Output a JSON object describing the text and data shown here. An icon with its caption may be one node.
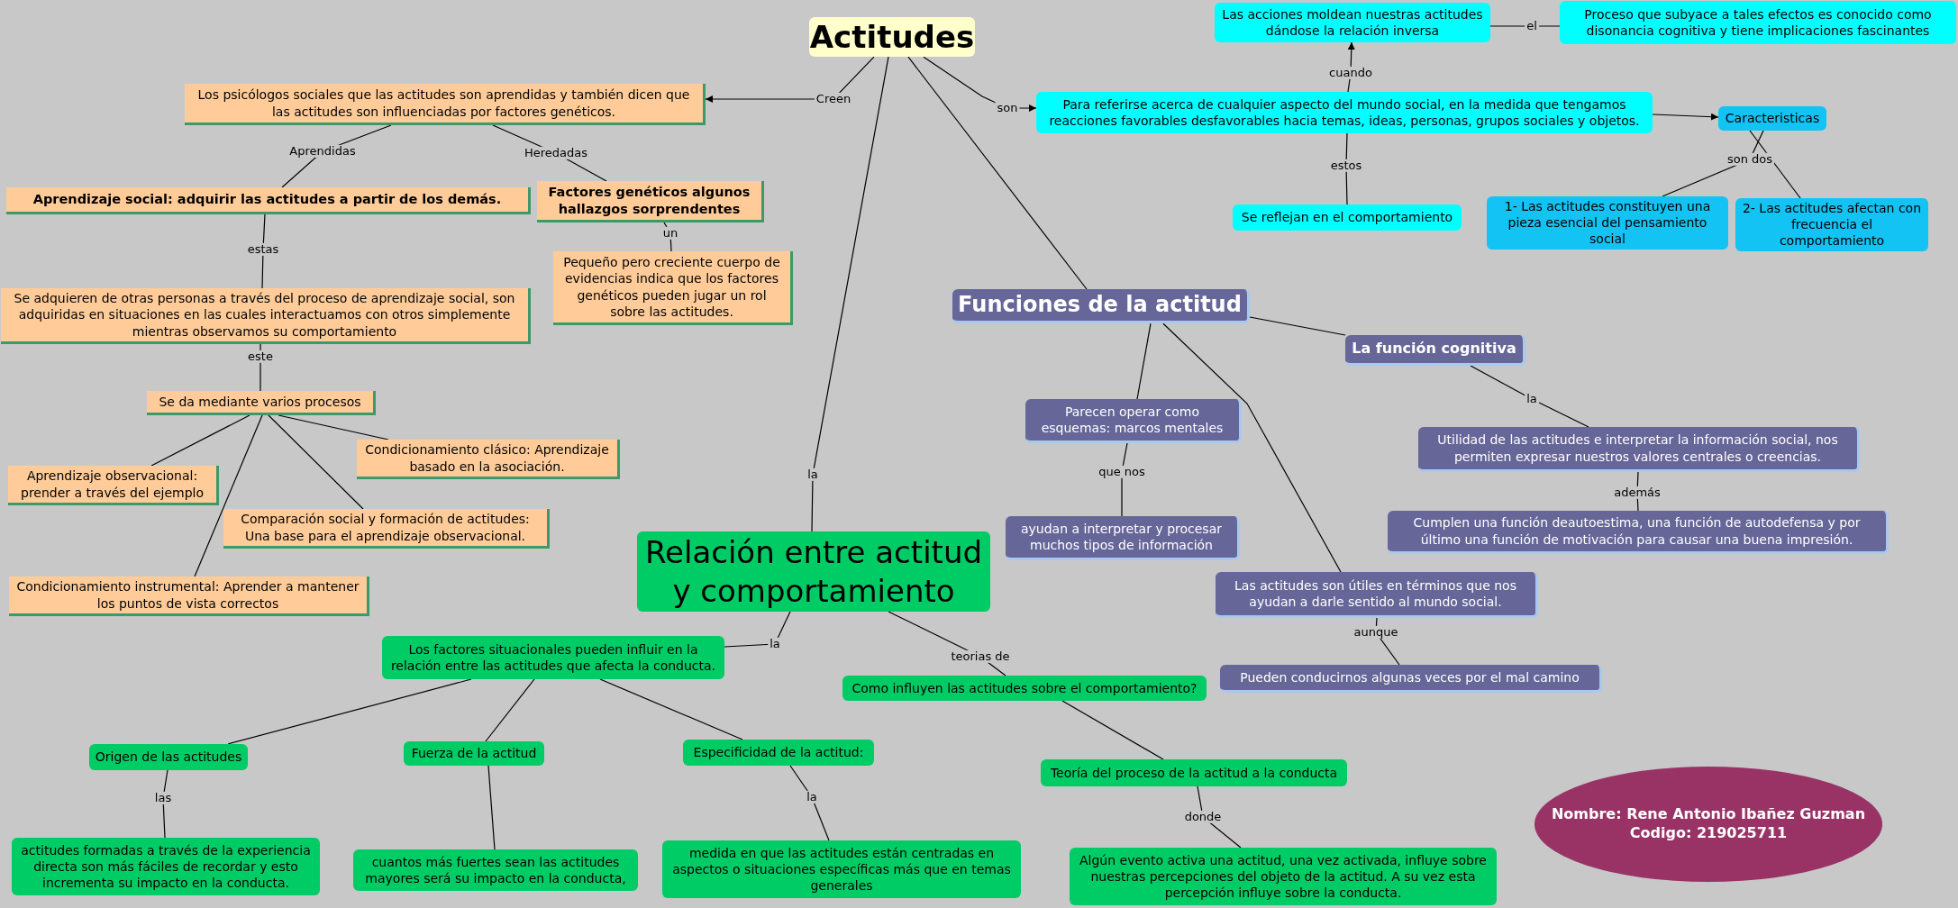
{
  "diagram": {
    "nodes": [
      {
        "text": [
          "Actitudes"
        ]
      },
      {
        "text": [
          "Los psicólogos sociales que las actitudes son aprendidas y también dicen que las actitudes son influenciadas por factores genéticos."
        ]
      },
      {
        "text": [
          "Aprendizaje social: adquirir las actitudes a partir de los demás."
        ]
      },
      {
        "text": [
          "Factores genéticos algunos hallazgos sorprendentes"
        ]
      },
      {
        "text": [
          "Pequeño pero creciente cuerpo de evidencias indica que los factores genéticos pueden jugar un rol sobre las actitudes."
        ]
      },
      {
        "text": [
          "Se adquieren de otras personas a través del proceso de aprendizaje social, son adquiridas en situaciones en las cuales interactuamos con otros simplemente mientras observamos su comportamiento"
        ]
      },
      {
        "text": [
          "Se da mediante varios procesos"
        ]
      },
      {
        "text": [
          "Aprendizaje observacional: prender a través del ejemplo"
        ]
      },
      {
        "text": [
          "Condicionamiento clásico: Aprendizaje basado en la asociación."
        ]
      },
      {
        "text": [
          "Comparación social y formación de actitudes: Una base para el aprendizaje observacional."
        ]
      },
      {
        "text": [
          "Condicionamiento instrumental: Aprender a mantener los puntos de vista correctos"
        ]
      },
      {
        "text": [
          "Relación entre actitud y comportamiento"
        ]
      },
      {
        "text": [
          "Los factores situacionales pueden influir en la relación entre las actitudes que afecta la conducta."
        ]
      },
      {
        "text": [
          "Como influyen las actitudes sobre el comportamiento?"
        ]
      },
      {
        "text": [
          "Origen de las actitudes"
        ]
      },
      {
        "text": [
          "Fuerza de la actitud"
        ]
      },
      {
        "text": [
          "Especificidad de la actitud:"
        ]
      },
      {
        "text": [
          "actitudes formadas a través de la experiencia directa son más fáciles de recordar y esto incrementa su impacto en la conducta."
        ]
      },
      {
        "text": [
          "cuantos más fuertes sean las actitudes mayores será su impacto en la conducta,"
        ]
      },
      {
        "text": [
          "medida en que las actitudes están centradas en aspectos o situaciones específicas más que en temas generales"
        ]
      },
      {
        "text": [
          "Teoría del proceso de la actitud a la conducta"
        ]
      },
      {
        "text": [
          "Algún evento activa una actitud, una vez activada, influye sobre nuestras percepciones del objeto de la actitud. A su vez esta percepción influye sobre la conducta."
        ]
      },
      {
        "text": [
          "Funciones de la actitud"
        ]
      },
      {
        "text": [
          "La función cognitiva"
        ]
      },
      {
        "text": [
          "Parecen operar como esquemas: marcos mentales"
        ]
      },
      {
        "text": [
          "ayudan a interpretar y procesar muchos tipos de información"
        ]
      },
      {
        "text": [
          "Las actitudes son útiles en términos que nos ayudan a darle sentido al mundo social."
        ]
      },
      {
        "text": [
          "Pueden conducirnos algunas veces por el mal camino"
        ]
      },
      {
        "text": [
          "Utilidad de las actitudes e interpretar la información social, nos permiten expresar nuestros valores centrales o creencias."
        ]
      },
      {
        "text": [
          "Cumplen una función deautoestima, una función de autodefensa y por último una función de motivación para causar una buena impresión."
        ]
      },
      {
        "text": [
          "Nombre: Rene Antonio Ibañez Guzman",
          "Codigo:   219025711"
        ]
      },
      {
        "text": [
          "Para referirse acerca de cualquier aspecto del mundo social, en la medida que tengamos reacciones favorables desfavorables hacia temas, ideas, personas, grupos sociales y objetos."
        ]
      },
      {
        "text": [
          "Las acciones moldean nuestras actitudes dándose la relación inversa"
        ]
      },
      {
        "text": [
          "Proceso que subyace a tales efectos es conocido como disonancia cognitiva y tiene implicaciones fascinantes"
        ]
      },
      {
        "text": [
          "Caracteristicas"
        ]
      },
      {
        "text": [
          "Se reflejan en el comportamiento"
        ]
      },
      {
        "text": [
          "1- Las actitudes constituyen una pieza esencial del pensamiento social"
        ]
      },
      {
        "text": [
          "2- Las actitudes afectan con frecuencia el comportamiento"
        ]
      }
    ],
    "edges": [
      {
        "from": 0,
        "to": 1,
        "label": "Creen",
        "arrow": "to"
      },
      {
        "from": 1,
        "to": 2,
        "label": "Aprendidas",
        "arrow": "none"
      },
      {
        "from": 1,
        "to": 3,
        "label": "Heredadas",
        "arrow": "none"
      },
      {
        "from": 3,
        "to": 4,
        "label": "un",
        "arrow": "none"
      },
      {
        "from": 2,
        "to": 5,
        "label": "estas",
        "arrow": "none"
      },
      {
        "from": 5,
        "to": 6,
        "label": "este",
        "arrow": "none"
      },
      {
        "from": 6,
        "to": 7,
        "arrow": "none"
      },
      {
        "from": 6,
        "to": 8,
        "arrow": "none"
      },
      {
        "from": 6,
        "to": 9,
        "arrow": "none"
      },
      {
        "from": 6,
        "to": 10,
        "arrow": "none"
      },
      {
        "from": 0,
        "to": 11,
        "label": "la",
        "arrow": "none"
      },
      {
        "from": 0,
        "to": 22,
        "arrow": "none"
      },
      {
        "from": 0,
        "to": 31,
        "label": "son",
        "arrow": "to"
      },
      {
        "from": 31,
        "to": 32,
        "label": "cuando",
        "arrow": "to"
      },
      {
        "from": 32,
        "to": 33,
        "label": "el",
        "arrow": "none"
      },
      {
        "from": 31,
        "to": 34,
        "arrow": "to"
      },
      {
        "from": 31,
        "to": 35,
        "label": "estos",
        "arrow": "none"
      },
      {
        "from": 34,
        "to": 36,
        "label": "son dos",
        "arrow": "none"
      },
      {
        "from": 34,
        "to": 37,
        "arrow": "none"
      },
      {
        "from": 11,
        "to": 12,
        "label": "la",
        "arrow": "none"
      },
      {
        "from": 11,
        "to": 13,
        "label": "teorias de",
        "arrow": "none"
      },
      {
        "from": 12,
        "to": 14,
        "arrow": "none"
      },
      {
        "from": 12,
        "to": 15,
        "arrow": "none"
      },
      {
        "from": 12,
        "to": 16,
        "arrow": "none"
      },
      {
        "from": 14,
        "to": 17,
        "label": "las",
        "arrow": "none"
      },
      {
        "from": 15,
        "to": 18,
        "arrow": "none"
      },
      {
        "from": 16,
        "to": 19,
        "label": "la",
        "arrow": "none"
      },
      {
        "from": 13,
        "to": 20,
        "arrow": "none"
      },
      {
        "from": 20,
        "to": 21,
        "label": "donde",
        "arrow": "none"
      },
      {
        "from": 22,
        "to": 23,
        "arrow": "none"
      },
      {
        "from": 22,
        "to": 24,
        "arrow": "none"
      },
      {
        "from": 22,
        "to": 26,
        "arrow": "none"
      },
      {
        "from": 24,
        "to": 25,
        "label": "que nos",
        "arrow": "none"
      },
      {
        "from": 26,
        "to": 27,
        "label": "aunque",
        "arrow": "none"
      },
      {
        "from": 23,
        "to": 28,
        "label": "la",
        "arrow": "none"
      },
      {
        "from": 28,
        "to": 29,
        "label": "además",
        "arrow": "none"
      }
    ]
  }
}
